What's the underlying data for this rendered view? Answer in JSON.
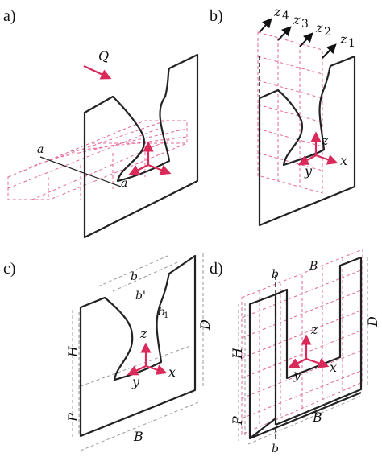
{
  "panels": {
    "a": {
      "label": "a)",
      "flow": "Q",
      "section_a": "a",
      "section_a2": "a"
    },
    "b": {
      "label": "b)",
      "z4": "z",
      "z4sub": "4",
      "z3": "z",
      "z3sub": "3",
      "z2": "z",
      "z2sub": "2",
      "z1": "z",
      "z1sub": "1",
      "ax_z": "z",
      "ax_x": "x",
      "ax_y": "y"
    },
    "c": {
      "label": "c)",
      "b": "b",
      "b_prime": "b'",
      "b1": "b",
      "b1sub": "1",
      "H": "H",
      "P": "P",
      "B": "B",
      "D": "D",
      "ax_z": "z",
      "ax_x": "x",
      "ax_y": "y"
    },
    "d": {
      "label": "d)",
      "b_top": "b",
      "b_bot": "b",
      "B_top": "B",
      "H": "H",
      "P": "P",
      "B": "B",
      "D": "D",
      "ax_z": "z",
      "ax_x": "x",
      "ax_y": "y"
    }
  },
  "colors": {
    "axes": "#d92a5a",
    "grid": "#e0689a",
    "outline": "#222222",
    "dims": "#9a9a9a"
  }
}
